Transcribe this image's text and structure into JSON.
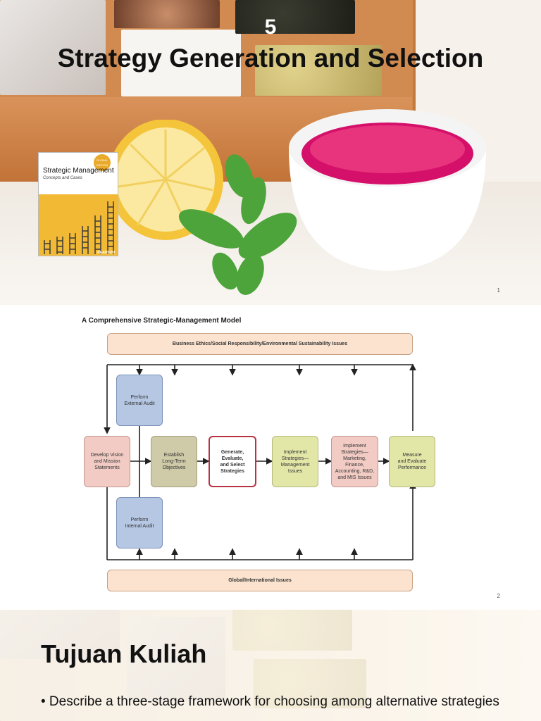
{
  "slide1": {
    "number": "5",
    "title": "Strategy Generation and Selection",
    "book": {
      "badge": "GLOBAL EDITION",
      "title": "Strategic Management",
      "subtitle": "Concepts and Cases",
      "publisher": "PEARSON"
    },
    "page": "1"
  },
  "slide2": {
    "title": "A Comprehensive Strategic-Management Model",
    "top_bar": "Business Ethics/Social Responsibility/Environmental Sustainability Issues",
    "bottom_bar": "Global/International Issues",
    "nodes": {
      "external": "Perform\nExternal Audit",
      "internal": "Perform\nInternal Audit",
      "vision": "Develop Vision\nand Mission\nStatements",
      "objectives": "Establish\nLong-Term\nObjectives",
      "generate": "Generate,\nEvaluate,\nand Select\nStrategies",
      "impl_mgmt": "Implement\nStrategies—\nManagement\nIssues",
      "impl_mkt": "Implement\nStrategies—\nMarketing,\nFinance,\nAccounting, R&D,\nand MIS Issues",
      "measure": "Measure\nand Evaluate\nPerformance"
    },
    "page": "2"
  },
  "slide3": {
    "heading": "Tujuan Kuliah",
    "bullet": "• Describe a three-stage framework for choosing among alternative strategies"
  },
  "colors": {
    "accent_red": "#b93242",
    "box_wood": "#d18a4f",
    "book_yellow": "#f1b934"
  }
}
